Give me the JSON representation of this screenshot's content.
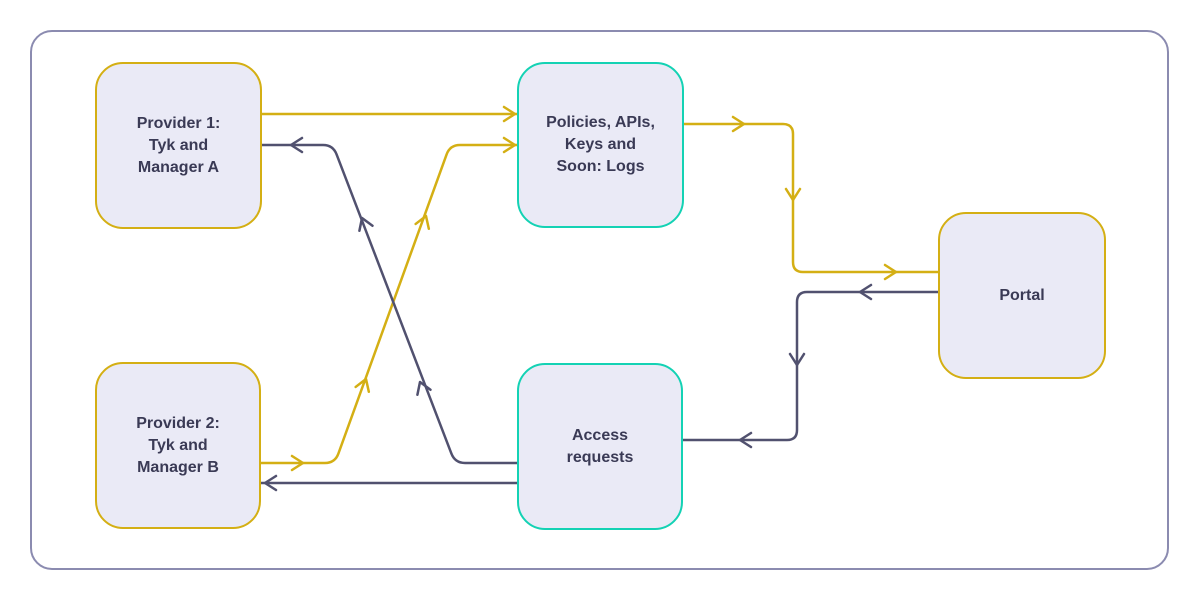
{
  "colors": {
    "gold": "#D4AF14",
    "teal": "#14D2B4",
    "slate": "#51516F",
    "frame_border": "#8B8BB0",
    "node_fill": "#EAEAF6",
    "text": "#3A3A55",
    "background": "#FFFFFF"
  },
  "nodes": {
    "provider1": {
      "lines": [
        "Provider 1:",
        "Tyk and",
        "Manager A"
      ],
      "border": "gold"
    },
    "provider2": {
      "lines": [
        "Provider 2:",
        "Tyk and",
        "Manager B"
      ],
      "border": "gold"
    },
    "policies": {
      "lines": [
        "Policies, APIs,",
        "Keys and",
        "Soon: Logs"
      ],
      "border": "teal"
    },
    "access": {
      "lines": [
        "Access",
        "requests"
      ],
      "border": "teal"
    },
    "portal": {
      "lines": [
        "Portal"
      ],
      "border": "gold"
    }
  },
  "connectors": [
    {
      "from": "provider1",
      "to": "policies",
      "color": "gold"
    },
    {
      "from": "provider2",
      "to": "policies",
      "color": "gold"
    },
    {
      "from": "policies",
      "to": "portal",
      "color": "gold"
    },
    {
      "from": "access",
      "to": "provider1",
      "color": "slate"
    },
    {
      "from": "access",
      "to": "provider2",
      "color": "slate"
    },
    {
      "from": "portal",
      "to": "access",
      "color": "slate"
    }
  ]
}
